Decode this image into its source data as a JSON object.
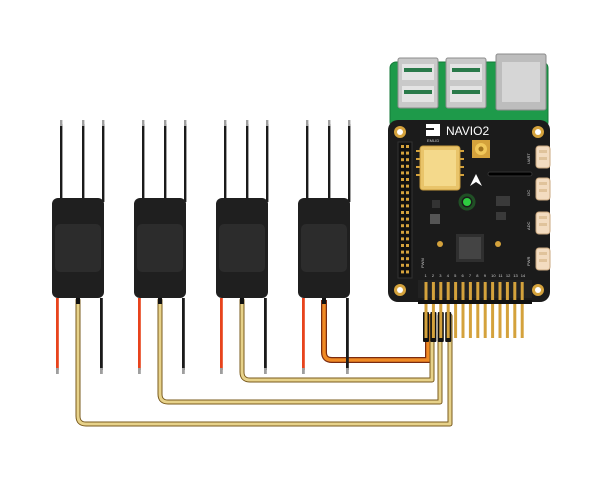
{
  "board": {
    "title": "NAVIO2",
    "logo_text": "EMLID",
    "side_labels": [
      "UART",
      "I2C",
      "ADC",
      "PWR"
    ],
    "pwm_label": "PWM",
    "pin_numbers": [
      "1",
      "2",
      "3",
      "4",
      "5",
      "6",
      "7",
      "8",
      "9",
      "10",
      "11",
      "12",
      "13",
      "14"
    ]
  },
  "escs": [
    {
      "id": "esc-1"
    },
    {
      "id": "esc-2"
    },
    {
      "id": "esc-3"
    },
    {
      "id": "esc-4"
    }
  ],
  "colors": {
    "esc_body": "#1f1f1f",
    "esc_window": "#2c2c2c",
    "board": "#1b1b1b",
    "pi_green": "#1e9a4a",
    "gold": "#d4a23c",
    "wire_black": "#1a1a1a",
    "wire_red": "#e8431c",
    "wire_orange": "#f08a24",
    "wire_signal": "#e7d28a",
    "wire_outline": "#7a5b1e"
  }
}
